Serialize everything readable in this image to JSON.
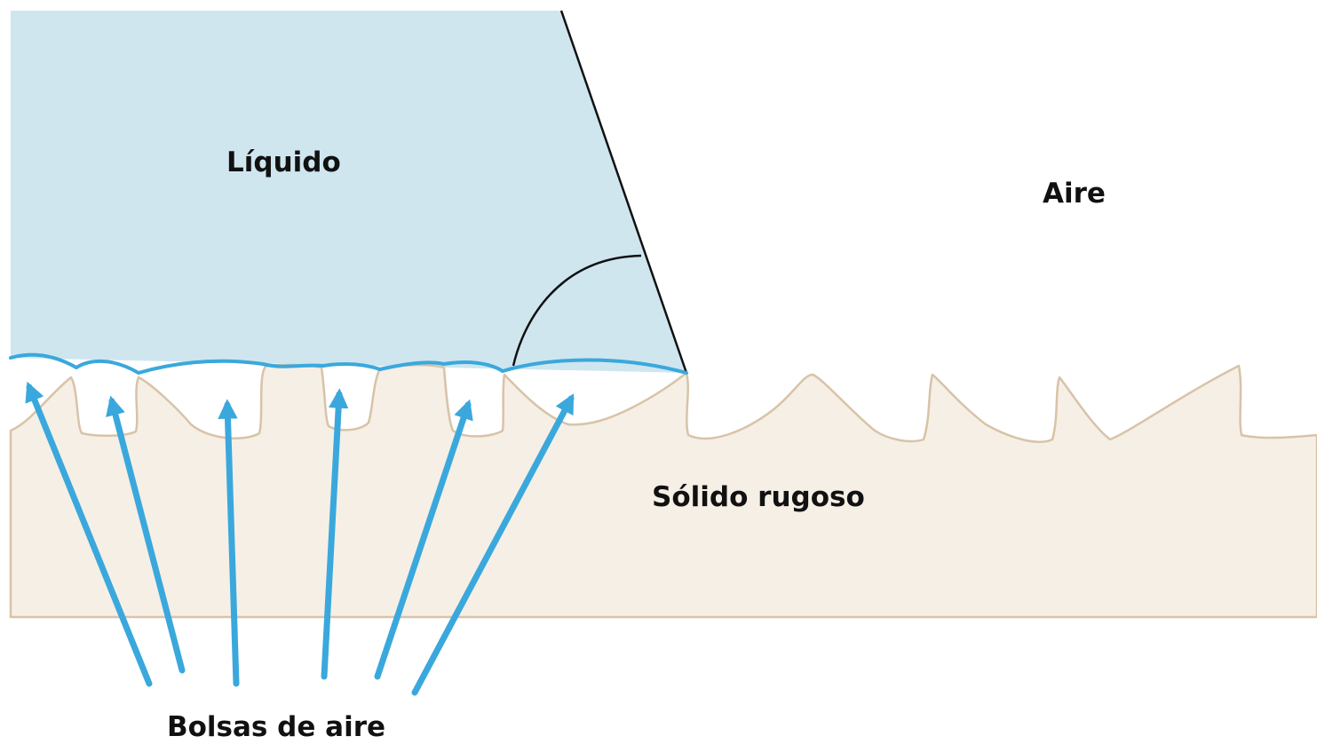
{
  "labels": {
    "liquid": "Líquido",
    "air": "Aire",
    "solid": "Sólido rugoso",
    "pockets": "Bolsas de aire"
  },
  "colors": {
    "liquid_fill": "#cfe6ef",
    "solid_fill": "#f6efe6",
    "solid_stroke": "#d8c3a8",
    "interface_blue": "#3aa8dc",
    "arrow_blue": "#3aa8dc",
    "contact_line": "#111111"
  },
  "icons": [
    "arrow-up-icon"
  ]
}
